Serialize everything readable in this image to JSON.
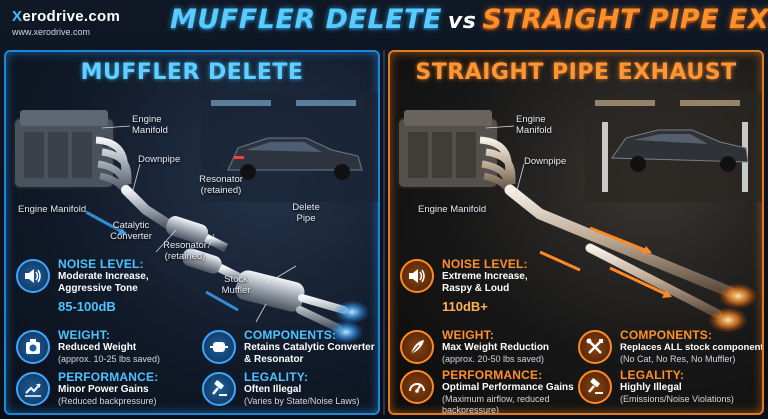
{
  "brand": {
    "name_x": "X",
    "name_rest": "erodrive.com",
    "url": "www.xerodrive.com"
  },
  "title": {
    "left": "MUFFLER DELETE",
    "vs": "vs",
    "right": "STRAIGHT PIPE EXHAUST"
  },
  "left": {
    "heading": "MUFFLER DELETE",
    "labels": {
      "engine_manifold_top": "Engine\nManifold",
      "downpipe": "Downpipe",
      "engine_manifold": "Engine Manifold",
      "catalytic_converter": "Catalytic\nConverter",
      "resonator_top": "Resonator\n(retained)",
      "resonator_bottom": "Resonator\n(retained)",
      "delete_pipe": "Delete\nPipe",
      "stock_muffler": "Stock\nMuffler"
    },
    "noise": {
      "heading": "NOISE LEVEL:",
      "line1": "Moderate Increase,",
      "line2": "Aggressive Tone",
      "db": "85-100dB"
    },
    "weight": {
      "heading": "WEIGHT:",
      "line1": "Reduced Weight",
      "sub": "(approx. 10-25 lbs saved)"
    },
    "components": {
      "heading": "COMPONENTS:",
      "line1": "Retains Catalytic Converter",
      "line2": "& Resonator"
    },
    "performance": {
      "heading": "PERFORMANCE:",
      "line1": "Minor Power Gains",
      "sub": "(Reduced backpressure)"
    },
    "legality": {
      "heading": "LEGALITY:",
      "line1": "Often Illegal",
      "sub": "(Varies by State/Noise Laws)"
    }
  },
  "right": {
    "heading": "STRAIGHT PIPE EXHAUST",
    "labels": {
      "engine_manifold_top": "Engine\nManifold",
      "downpipe": "Downpipe",
      "engine_manifold": "Engine Manifold"
    },
    "noise": {
      "heading": "NOISE LEVEL:",
      "line1": "Extreme Increase,",
      "line2": "Raspy & Loud",
      "db": "110dB+"
    },
    "weight": {
      "heading": "WEIGHT:",
      "line1": "Max Weight Reduction",
      "sub": "(approx. 20-50 lbs saved)"
    },
    "components": {
      "heading": "COMPONENTS:",
      "line1": "Replaces ALL stock components",
      "sub": "(No Cat, No Res, No Muffler)"
    },
    "performance": {
      "heading": "PERFORMANCE:",
      "line1": "Optimal Performance Gains",
      "sub": "(Maximum airflow, reduced",
      "sub2": "backpressure)"
    },
    "legality": {
      "heading": "LEGALITY:",
      "line1": "Highly Illegal",
      "sub": "(Emissions/Noise Violations)"
    }
  },
  "colors": {
    "blue_accent": "#4ec2ff",
    "orange_accent": "#ff8f2a"
  },
  "icons": [
    "speaker-icon",
    "scale-icon",
    "catalytic-converter-icon",
    "chart-up-icon",
    "gavel-icon",
    "tools-icon",
    "speedometer-icon"
  ]
}
